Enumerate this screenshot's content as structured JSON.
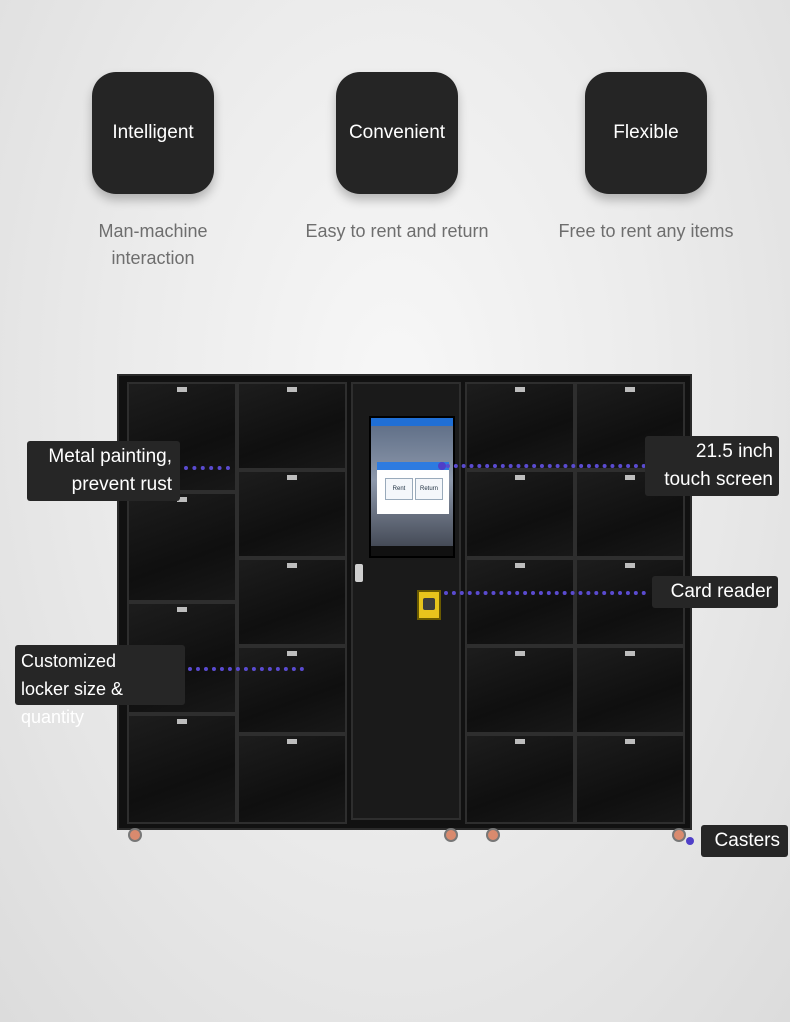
{
  "features": [
    {
      "title": "Intelligent",
      "desc_line1": "Man-machine",
      "desc_line2": "interaction"
    },
    {
      "title": "Convenient",
      "desc_line1": "Easy to rent and return",
      "desc_line2": ""
    },
    {
      "title": "Flexible",
      "desc_line1": "Free to rent any items",
      "desc_line2": ""
    }
  ],
  "screen": {
    "rent_label": "Rent",
    "return_label": "Return"
  },
  "callouts": {
    "metal": {
      "line1": "Metal painting,",
      "line2": "prevent rust"
    },
    "touch": {
      "line1": "21.5 inch",
      "line2": "touch screen"
    },
    "card_reader": "Card reader",
    "custom": {
      "line1": "Customized",
      "line2": "locker size & quantity"
    },
    "casters": "Casters"
  },
  "colors": {
    "tile": "#252525",
    "accent_dots": "#4f3fc8",
    "card_reader": "#e8c41c"
  }
}
